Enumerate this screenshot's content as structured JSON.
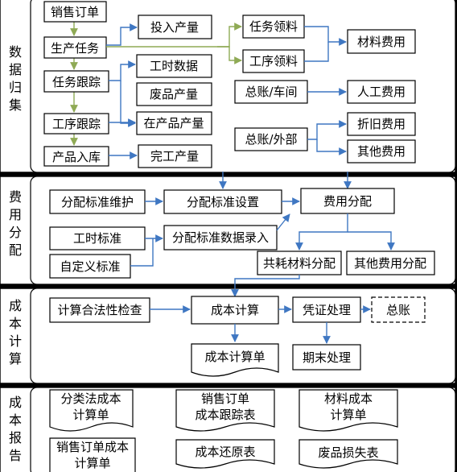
{
  "colors": {
    "flow_blue": "#3f77c2",
    "flow_green": "#8faa55"
  },
  "sections": [
    {
      "label": "数据归集"
    },
    {
      "label": "费用分配"
    },
    {
      "label": "成本计算"
    },
    {
      "label": "成本报告"
    }
  ],
  "boxes": {
    "sales_order": "销售订单",
    "production_task": "生产任务",
    "task_tracking": "任务跟踪",
    "process_tracking": "工序跟踪",
    "product_storage": "产品入库",
    "input_output": "投入产量",
    "labor_hours": "工时数据",
    "scrap_output": "废品产量",
    "wip_output": "在产品产量",
    "finished_output": "完工产量",
    "task_material": "任务领料",
    "process_material": "工序领料",
    "material_cost": "材料费用",
    "gl_workshop": "总账/车间",
    "labor_cost": "人工费用",
    "gl_external": "总账/外部",
    "depreciation_cost": "折旧费用",
    "other_cost": "其他费用",
    "alloc_maintain": "分配标准维护",
    "alloc_setup": "分配标准设置",
    "cost_alloc": "费用分配",
    "labor_standard": "工时标准",
    "alloc_entry": "分配标准数据录入",
    "custom_standard": "自定义标准",
    "shared_material_alloc": "共耗材料分配",
    "other_cost_alloc": "其他费用分配",
    "legality_check": "计算合法性检查",
    "cost_calc": "成本计算",
    "voucher": "凭证处理",
    "general_ledger": "总账",
    "cost_sheet": "成本计算单",
    "period_end": "期末处理",
    "class_cost_sheet": [
      "分类法成本",
      "计算单"
    ],
    "order_tracking_sheet": [
      "销售订单",
      "成本跟踪表"
    ],
    "material_cost_sheet": [
      "材料成本",
      "计算单"
    ],
    "order_cost_sheet": [
      "销售订单成本",
      "计算单"
    ],
    "cost_restore": "成本还原表",
    "scrap_loss": "废品损失表"
  }
}
